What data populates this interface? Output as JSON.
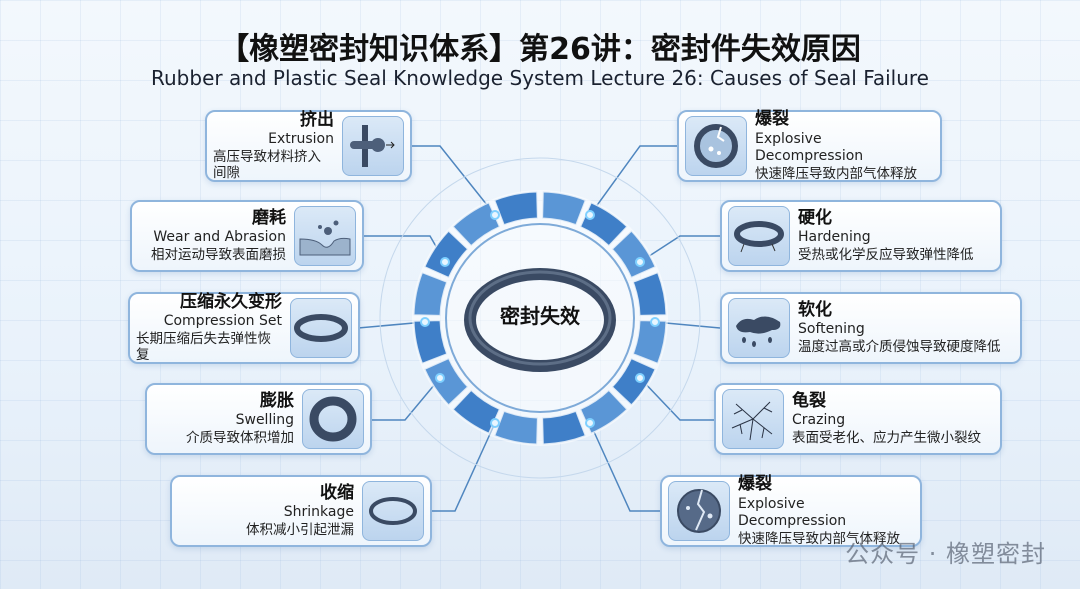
{
  "header": {
    "title": "【橡塑密封知识体系】第26讲：密封件失效原因",
    "subtitle": "Rubber and Plastic Seal Knowledge System Lecture 26: Causes of Seal Failure"
  },
  "center": {
    "label": "密封失效"
  },
  "left_items": [
    {
      "zh": "挤出",
      "en": "Extrusion",
      "desc": "高压导致材料挤入间隙",
      "icon": "extrusion-icon"
    },
    {
      "zh": "磨耗",
      "en": "Wear and Abrasion",
      "desc": "相对运动导致表面磨损",
      "icon": "abrasion-icon"
    },
    {
      "zh": "压缩永久变形",
      "en": "Compression Set",
      "desc": "长期压缩后失去弹性恢复",
      "icon": "flat-ring-icon"
    },
    {
      "zh": "膨胀",
      "en": "Swelling",
      "desc": "介质导致体积增加",
      "icon": "swollen-ring-icon"
    },
    {
      "zh": "收缩",
      "en": "Shrinkage",
      "desc": "体积减小引起泄漏",
      "icon": "thin-ring-icon"
    }
  ],
  "right_items": [
    {
      "zh": "爆裂",
      "en": "Explosive Decompression",
      "desc": "快速降压导致内部气体释放",
      "icon": "cracked-ring-icon"
    },
    {
      "zh": "硬化",
      "en": "Hardening",
      "desc": "受热或化学反应导致弹性降低",
      "icon": "hardened-ring-icon"
    },
    {
      "zh": "软化",
      "en": "Softening",
      "desc": "温度过高或介质侵蚀导致硬度降低",
      "icon": "melting-icon"
    },
    {
      "zh": "龟裂",
      "en": "Crazing",
      "desc": "表面受老化、应力产生微小裂纹",
      "icon": "crack-pattern-icon"
    },
    {
      "zh": "爆裂",
      "en": "Explosive Decompression",
      "desc": "快速降压导致内部气体释放",
      "icon": "cracked-disc-icon"
    }
  ],
  "watermark": "公众号 · 橡塑密封",
  "colors": {
    "accent": "#3f7fc8",
    "ring_dark": "#3a4a63",
    "border": "#8fb5dd"
  }
}
